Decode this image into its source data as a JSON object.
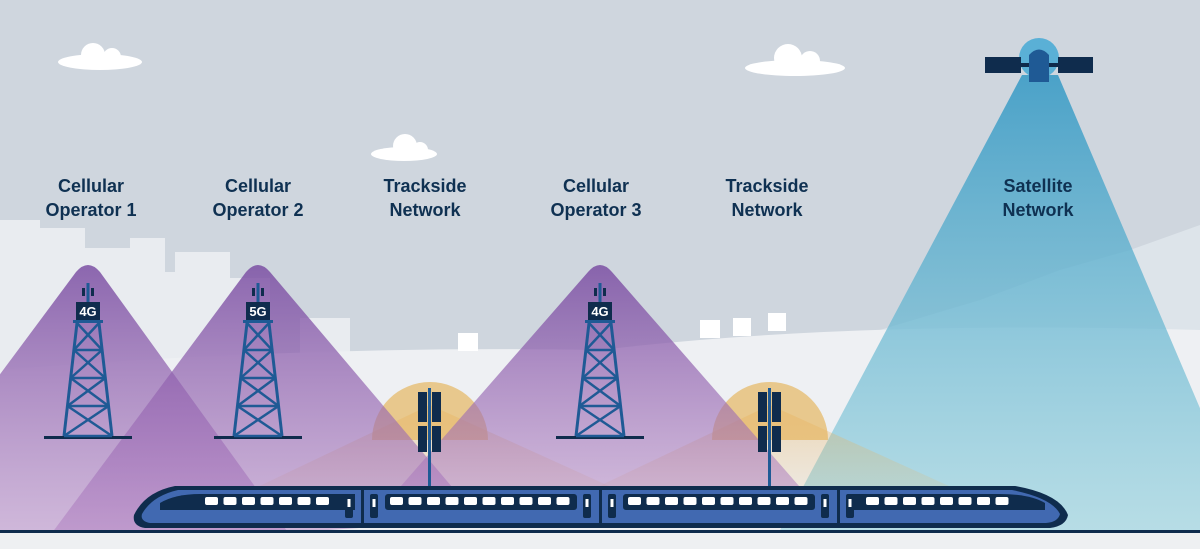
{
  "networks": [
    {
      "line1": "Cellular",
      "line2": "Operator 1",
      "badge": "4G"
    },
    {
      "line1": "Cellular",
      "line2": "Operator 2",
      "badge": "5G"
    },
    {
      "line1": "Trackside",
      "line2": "Network"
    },
    {
      "line1": "Cellular",
      "line2": "Operator 3",
      "badge": "4G"
    },
    {
      "line1": "Trackside",
      "line2": "Network"
    },
    {
      "line1": "Satellite",
      "line2": "Network"
    }
  ],
  "colors": {
    "sky": "#cfd6de",
    "label": "#0f3152",
    "cellular_cone": "#7b4fa3",
    "trackside_cone": "#e9b25c",
    "satellite_cone": "#4aa6c9",
    "tower": "#1f5a95",
    "train_body": "#4169b1",
    "train_dark": "#0f2c4d"
  }
}
